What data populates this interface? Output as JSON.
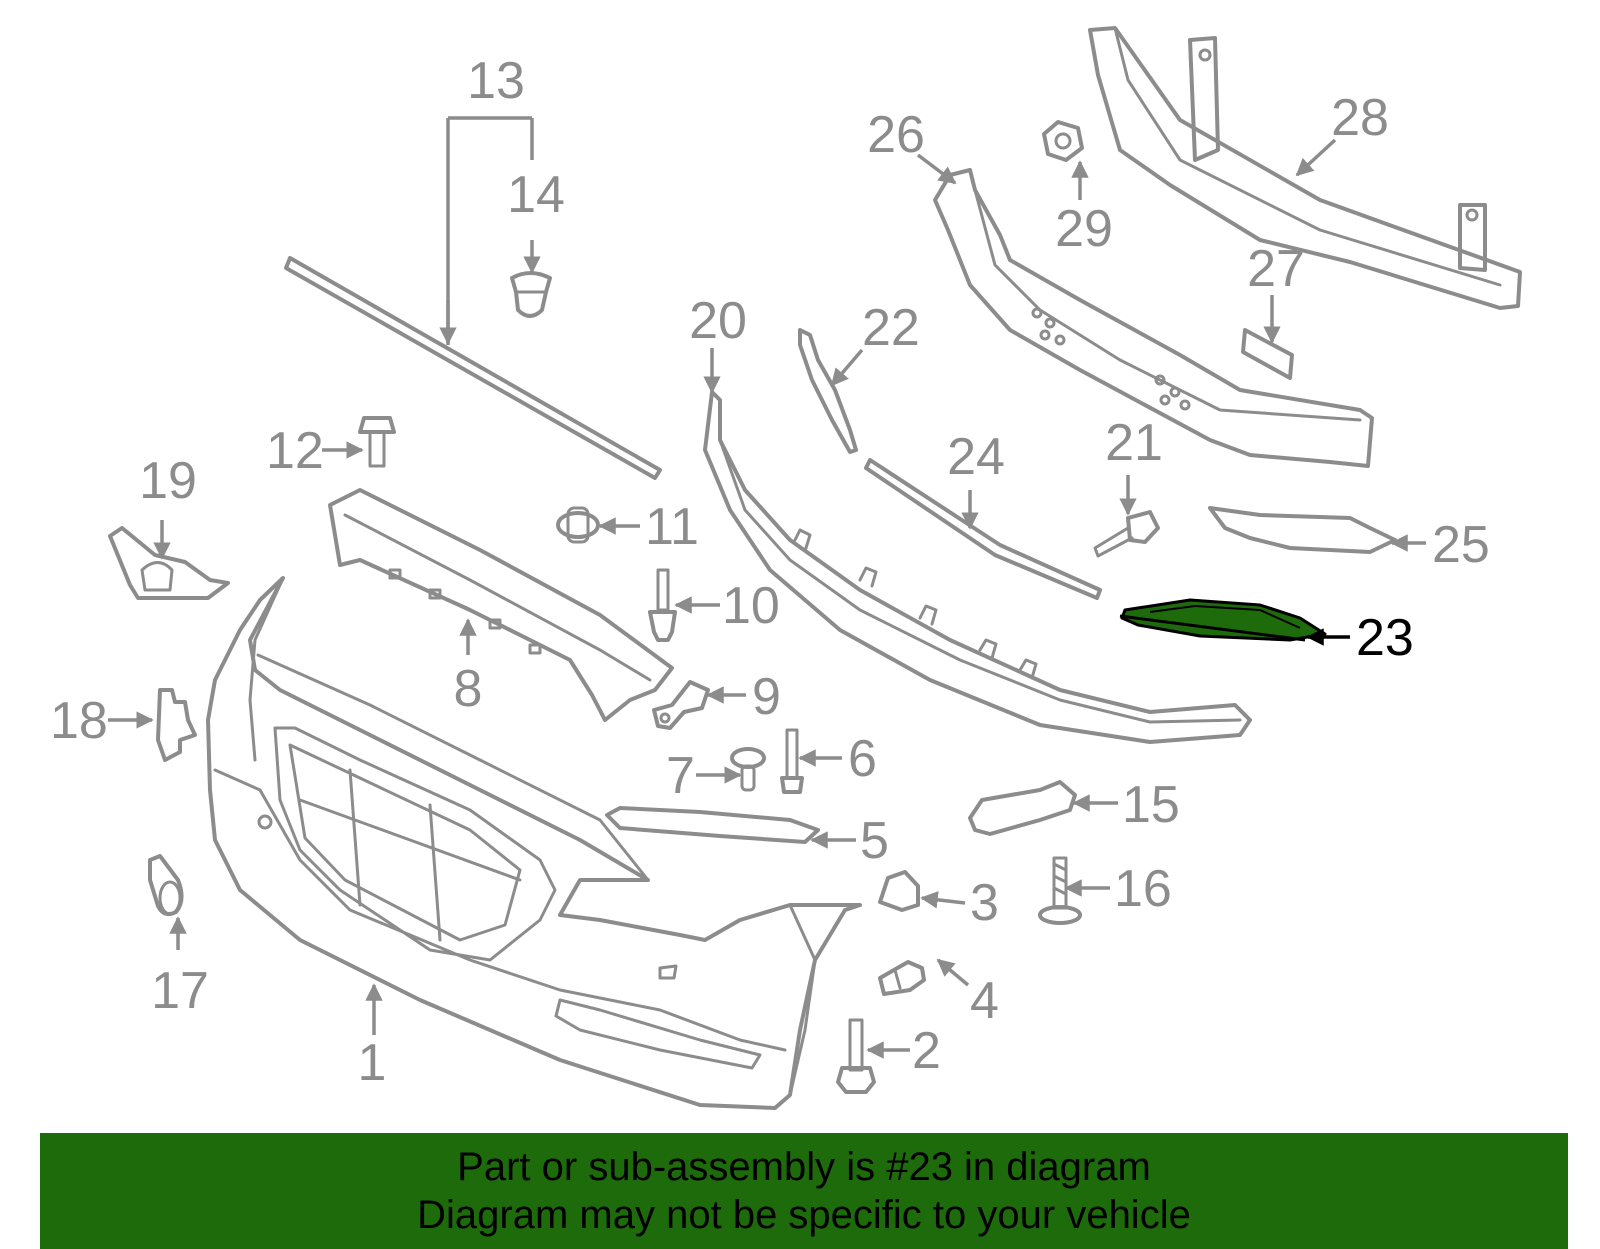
{
  "diagram": {
    "highlighted_part": "23",
    "highlight_color": "#1e6b0c",
    "line_color": "#8c8c8c",
    "callouts": [
      "1",
      "2",
      "3",
      "4",
      "5",
      "6",
      "7",
      "8",
      "9",
      "10",
      "11",
      "12",
      "13",
      "14",
      "15",
      "16",
      "17",
      "18",
      "19",
      "20",
      "21",
      "22",
      "23",
      "24",
      "25",
      "26",
      "27",
      "28",
      "29"
    ]
  },
  "banner": {
    "line1": "Part or sub-assembly is #23 in diagram",
    "line2": "Diagram may not be specific to your vehicle",
    "background": "#1e6b0c"
  }
}
